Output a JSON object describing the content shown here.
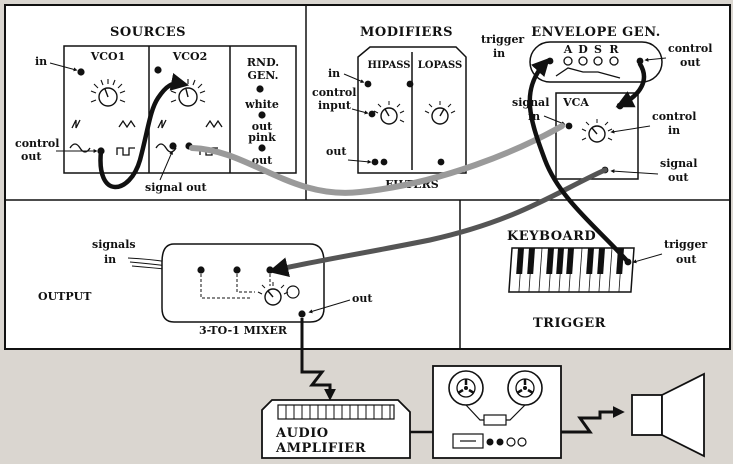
{
  "sources": {
    "title": "SOURCES",
    "vco1": "VCO1",
    "vco2": "VCO2",
    "rnd_line1": "RND.",
    "rnd_line2": "GEN.",
    "white": "white",
    "out_white": "out",
    "pink": "pink",
    "out_pink": "out",
    "in": "in",
    "control": "control",
    "out": "out",
    "signal_out": "signal out"
  },
  "modifiers": {
    "title": "MODIFIERS",
    "hipass": "HIPASS",
    "lopass": "LOPASS",
    "in": "in",
    "control": "control",
    "input": "input",
    "out": "out",
    "filters": "FILTERS"
  },
  "envelope": {
    "title": "ENVELOPE GEN.",
    "a": "A",
    "d": "D",
    "s": "S",
    "r": "R",
    "trigger": "trigger",
    "trigger_in": "in",
    "control": "control",
    "control_out": "out"
  },
  "vca": {
    "title": "VCA",
    "signal": "signal",
    "signal_in": "in",
    "control": "control",
    "control_in": "in",
    "signal2": "signal",
    "signal_out": "out"
  },
  "output": {
    "title": "OUTPUT",
    "signals": "signals",
    "signals_in": "in",
    "mixer": "3-TO-1 MIXER",
    "out": "out"
  },
  "keyboard": {
    "title": "KEYBOARD",
    "trigger": "trigger",
    "trigger_out": "out",
    "section": "TRIGGER"
  },
  "amplifier": {
    "line1": "AUDIO",
    "line2": "AMPLIFIER"
  }
}
